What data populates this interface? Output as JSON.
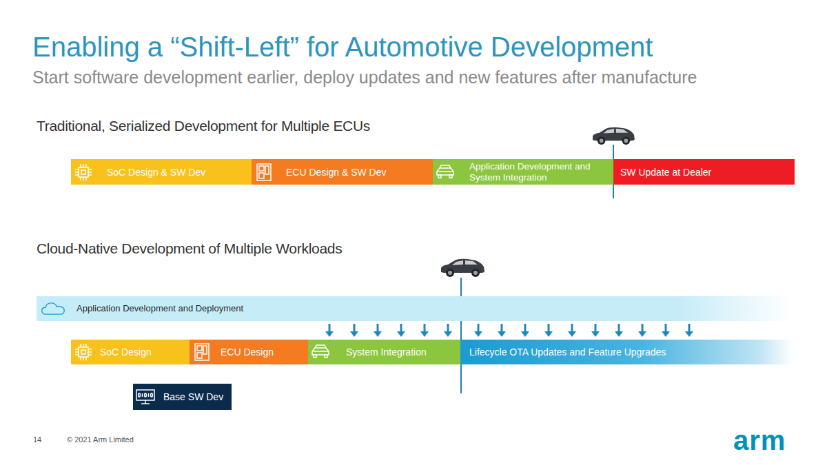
{
  "diagram": {
    "title": "Enabling a “Shift-Left” for Automotive Development",
    "nodes": [
      {
        "text": [
          "SoC Design & SW Dev"
        ]
      },
      {
        "text": [
          "ECU Design & SW Dev"
        ]
      },
      {
        "text": [
          "Application Development and System Integration"
        ]
      },
      {
        "text": [
          "SW Update at Dealer"
        ]
      },
      {
        "text": [
          "Application Development and Deployment"
        ]
      },
      {
        "text": [
          "SoC Design"
        ]
      },
      {
        "text": [
          "ECU Design"
        ]
      },
      {
        "text": [
          "System Integration"
        ]
      },
      {
        "text": [
          "Lifecycle OTA Updates and Feature Upgrades"
        ]
      },
      {
        "text": [
          "Base SW Dev"
        ]
      }
    ],
    "edges": [
      {
        "from": 4,
        "to": 7,
        "arrow": "to"
      },
      {
        "from": 4,
        "to": 7,
        "arrow": "to"
      },
      {
        "from": 4,
        "to": 7,
        "arrow": "to"
      },
      {
        "from": 4,
        "to": 7,
        "arrow": "to"
      },
      {
        "from": 4,
        "to": 7,
        "arrow": "to"
      },
      {
        "from": 4,
        "to": 7,
        "arrow": "to"
      },
      {
        "from": 4,
        "to": 8,
        "arrow": "to"
      },
      {
        "from": 4,
        "to": 8,
        "arrow": "to"
      },
      {
        "from": 4,
        "to": 8,
        "arrow": "to"
      },
      {
        "from": 4,
        "to": 8,
        "arrow": "to"
      },
      {
        "from": 4,
        "to": 8,
        "arrow": "to"
      },
      {
        "from": 4,
        "to": 8,
        "arrow": "to"
      },
      {
        "from": 4,
        "to": 8,
        "arrow": "to"
      },
      {
        "from": 4,
        "to": 8,
        "arrow": "to"
      },
      {
        "from": 4,
        "to": 8,
        "arrow": "to"
      },
      {
        "from": 4,
        "to": 8,
        "arrow": "to"
      }
    ],
    "labels": [
      "Start software development earlier, deploy updates and new features after manufacture",
      "Traditional, Serialized Development for Multiple ECUs",
      "Cloud-Native Development of Multiple Workloads",
      "14",
      "© 2021 Arm Limited",
      "arm"
    ]
  }
}
